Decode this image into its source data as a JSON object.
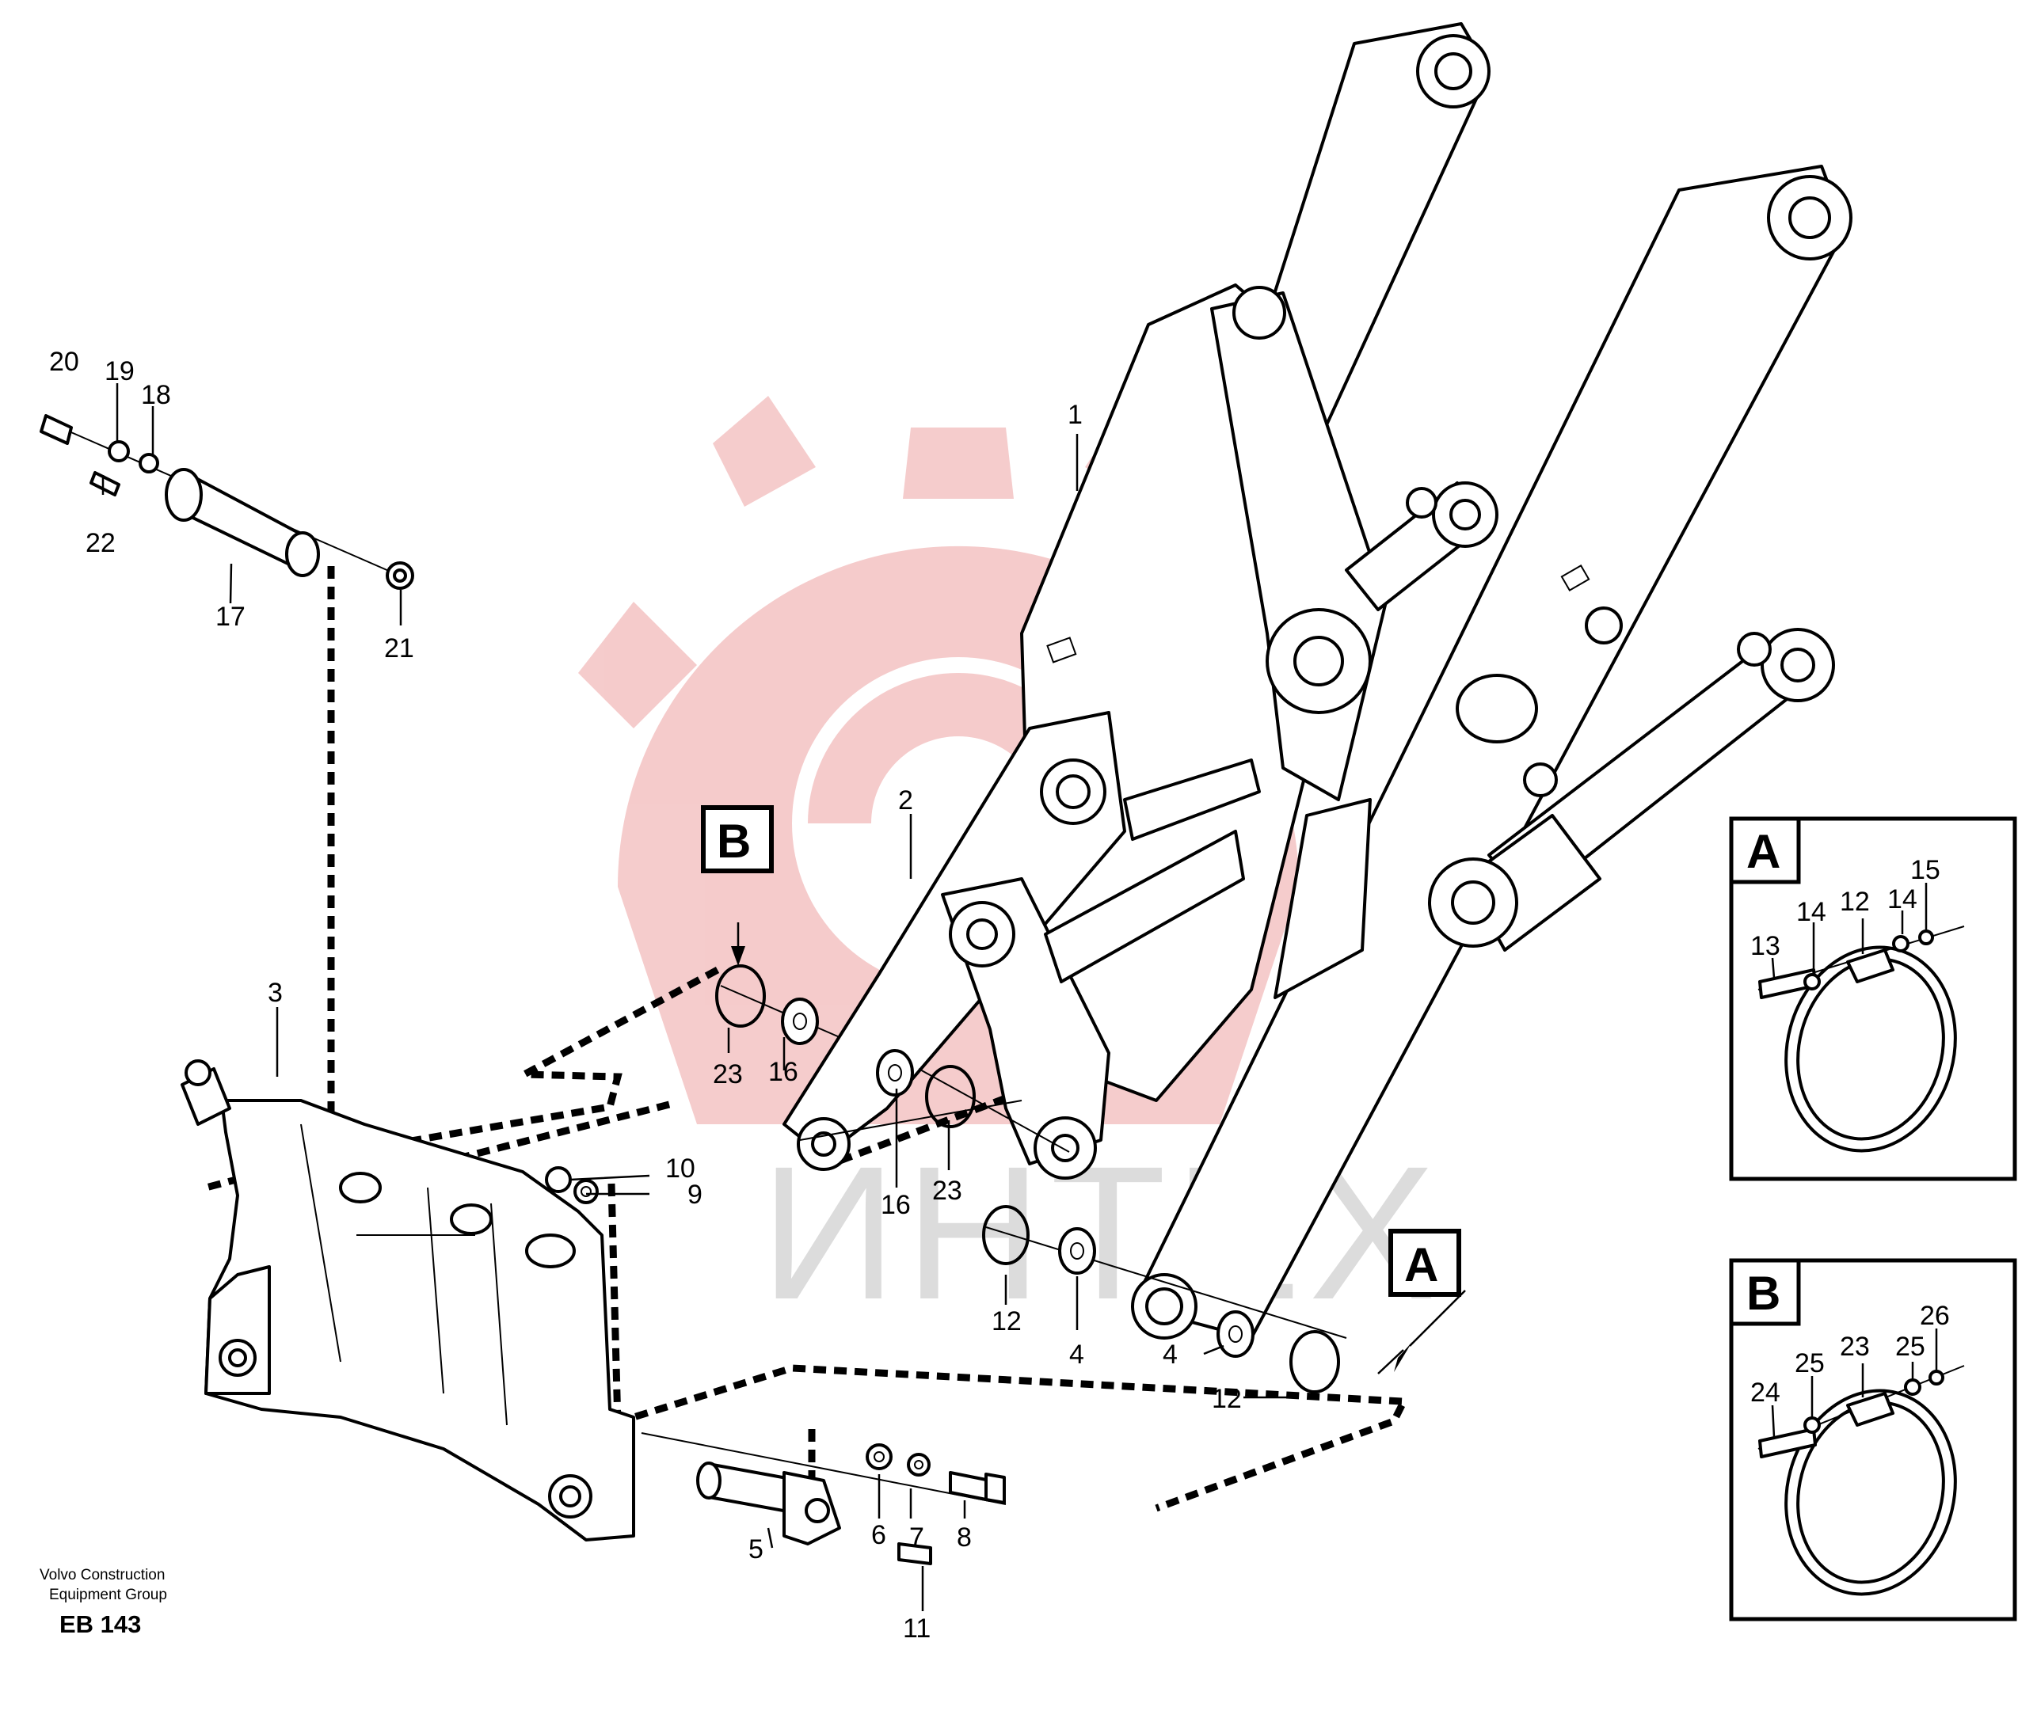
{
  "footer": {
    "company_line1": "Volvo Construction",
    "company_line2": "Equipment Group",
    "drawing_code": "EB 143"
  },
  "watermark": {
    "text": "ИНТЕХ",
    "gear_color": "#f2b8b8",
    "text_color": "#d8d8d8"
  },
  "callouts": {
    "A": "A",
    "B": "B"
  },
  "detail_A": {
    "title": "A",
    "parts": [
      "13",
      "14",
      "12",
      "14",
      "15"
    ]
  },
  "detail_B": {
    "title": "B",
    "parts": [
      "24",
      "25",
      "23",
      "25",
      "26"
    ]
  },
  "part_numbers": [
    "1",
    "2",
    "3",
    "4",
    "4",
    "5",
    "6",
    "7",
    "8",
    "9",
    "10",
    "11",
    "12",
    "12",
    "16",
    "16",
    "17",
    "18",
    "19",
    "20",
    "21",
    "22",
    "23",
    "23"
  ]
}
